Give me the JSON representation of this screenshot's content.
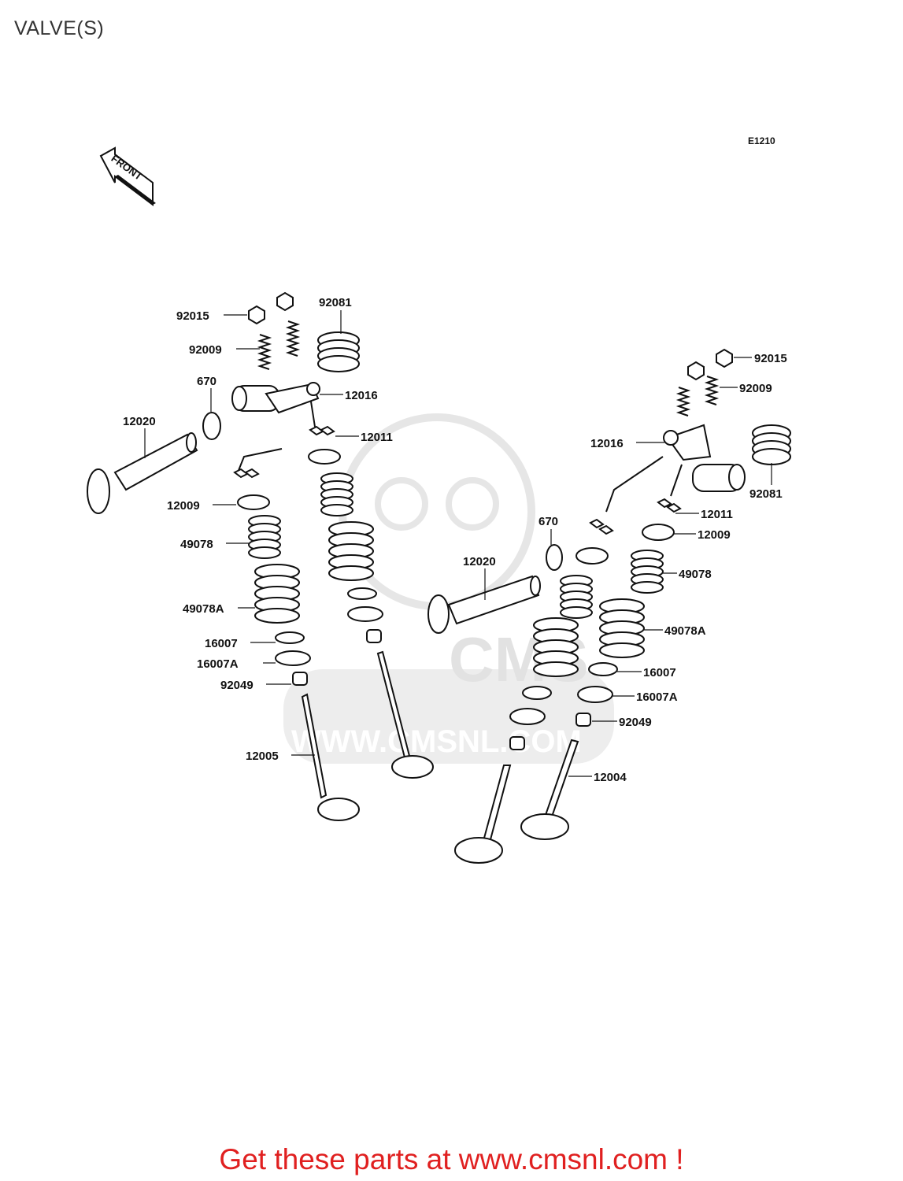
{
  "header": {
    "title": "VALVE(S)",
    "diagram_code": "E1210"
  },
  "front_arrow": {
    "label": "FRONT"
  },
  "watermark": {
    "brand": "CMS",
    "url": "WWW.CMSNL.COM"
  },
  "parts": [
    "92015",
    "92081",
    "92009",
    "670",
    "12016",
    "12020",
    "12011",
    "12009",
    "49078",
    "49078A",
    "16007",
    "16007A",
    "92049",
    "12005",
    "92015",
    "92009",
    "12016",
    "92081",
    "12011",
    "12009",
    "670",
    "12020",
    "49078",
    "49078A",
    "16007",
    "16007A",
    "92049",
    "12004"
  ],
  "footer": {
    "cta": "Get these parts at www.cmsnl.com !"
  },
  "colors": {
    "ink": "#111111",
    "cta": "#e02020",
    "watermark": "#e4e4e4"
  }
}
